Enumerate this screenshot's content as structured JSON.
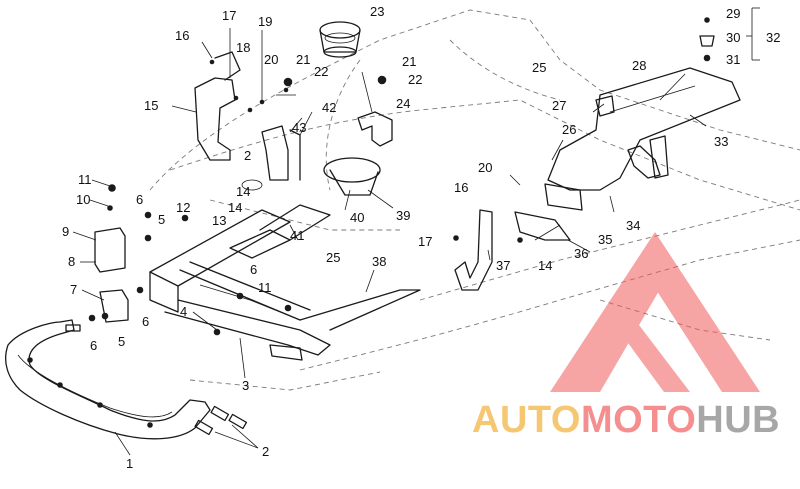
{
  "diagram": {
    "callouts": [
      "1",
      "2",
      "2",
      "3",
      "4",
      "5",
      "5",
      "6",
      "6",
      "6",
      "6",
      "7",
      "8",
      "9",
      "10",
      "11",
      "11",
      "12",
      "13",
      "14",
      "14",
      "14",
      "15",
      "16",
      "16",
      "17",
      "17",
      "18",
      "19",
      "20",
      "20",
      "21",
      "21",
      "22",
      "22",
      "23",
      "24",
      "25",
      "25",
      "26",
      "27",
      "28",
      "29",
      "30",
      "31",
      "32",
      "33",
      "34",
      "35",
      "36",
      "37",
      "38",
      "39",
      "40",
      "41",
      "42",
      "43"
    ],
    "groups": {
      "bracket_32": [
        "29",
        "30",
        "31"
      ]
    }
  },
  "watermark": {
    "text_parts": [
      "AUTO",
      "MOTO",
      "HUB"
    ],
    "colors": {
      "auto": "#f2b544",
      "moto": "#f26a6a",
      "hub": "#8a8a8a",
      "logo": "#f05a5a"
    }
  }
}
